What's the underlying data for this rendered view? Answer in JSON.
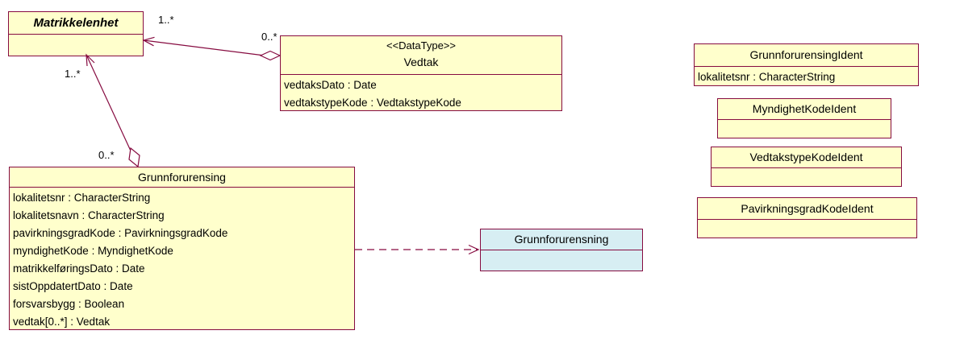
{
  "diagram": {
    "classes": {
      "matrikkelenhet": {
        "name": "Matrikkelenhet"
      },
      "vedtak": {
        "stereotype": "<<DataType>>",
        "name": "Vedtak",
        "attributes": [
          "vedtaksDato : Date",
          "vedtakstypeKode : VedtakstypeKode"
        ]
      },
      "grunnforurensing": {
        "name": "Grunnforurensing",
        "attributes": [
          "lokalitetsnr : CharacterString",
          "lokalitetsnavn : CharacterString",
          "pavirkningsgradKode : PavirkningsgradKode",
          "myndighetKode : MyndighetKode",
          "matrikkelføringsDato : Date",
          "sistOppdatertDato : Date",
          "forsvarsbygg : Boolean",
          "vedtak[0..*] : Vedtak"
        ]
      },
      "grunnforurensning_ref": {
        "name": "Grunnforurensning"
      },
      "grunnforurensingident": {
        "name": "GrunnforurensingIdent",
        "attributes": [
          "lokalitetsnr : CharacterString"
        ]
      },
      "myndighetkodeident": {
        "name": "MyndighetKodeIdent"
      },
      "vedtakstypekodeident": {
        "name": "VedtakstypeKodeIdent"
      },
      "pavirkningsgradkodeident": {
        "name": "PavirkningsgradKodeIdent"
      }
    },
    "associations": {
      "matrikkelenhet_vedtak": {
        "near_matrikkelenhet": "1..*",
        "near_vedtak": "0..*"
      },
      "matrikkelenhet_grunnforurensing": {
        "near_matrikkelenhet": "1..*",
        "near_grunnforurensing": "0..*"
      }
    },
    "colors": {
      "class_fill": "#FFFFCC",
      "ref_class_fill": "#D7EEF3",
      "line_and_border": "#860B40",
      "text": "#000000",
      "background": "#FFFFFF"
    }
  }
}
